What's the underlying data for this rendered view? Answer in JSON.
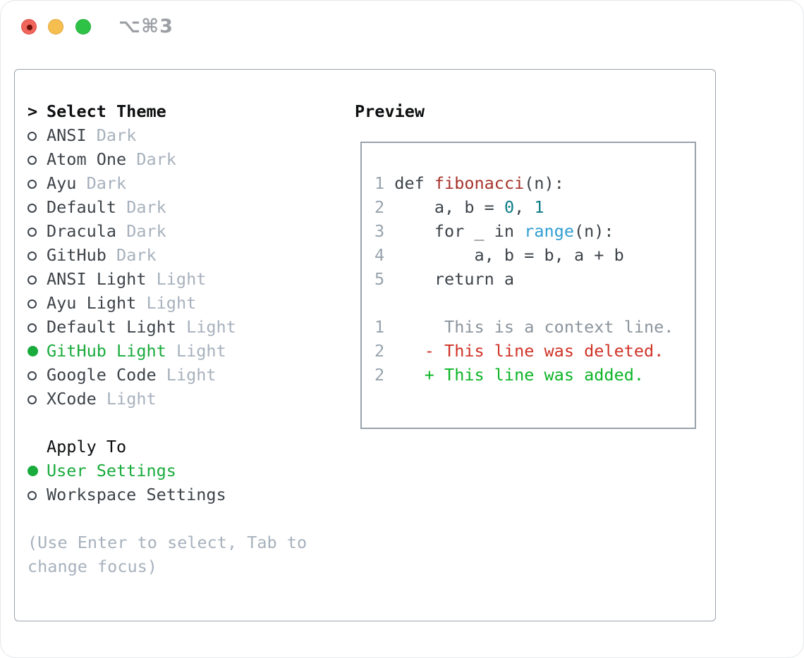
{
  "titlebar": {
    "shortcut": "⌥⌘3"
  },
  "colors": {
    "accent_green": "#19ab3c",
    "added_green": "#0cb426",
    "deleted_red": "#cf3327",
    "function_red": "#a5332a",
    "number_teal": "#0e7c86",
    "builtin_blue": "#2f9ed1",
    "muted_gray": "#a7b1bc",
    "context_gray": "#8b949d",
    "line_number_gray": "#98a3ad",
    "text_dark": "#3d4349",
    "traffic_red": "#f0655b",
    "traffic_yellow": "#f6be4f",
    "traffic_green": "#2ec246"
  },
  "sidebar": {
    "header_prefix": ">",
    "header": "Select Theme",
    "themes": [
      {
        "name": "ANSI",
        "tag": "Dark",
        "selected": false
      },
      {
        "name": "Atom One",
        "tag": "Dark",
        "selected": false
      },
      {
        "name": "Ayu",
        "tag": "Dark",
        "selected": false
      },
      {
        "name": "Default",
        "tag": "Dark",
        "selected": false
      },
      {
        "name": "Dracula",
        "tag": "Dark",
        "selected": false
      },
      {
        "name": "GitHub",
        "tag": "Dark",
        "selected": false
      },
      {
        "name": "ANSI Light",
        "tag": "Light",
        "selected": false
      },
      {
        "name": "Ayu Light",
        "tag": "Light",
        "selected": false
      },
      {
        "name": "Default Light",
        "tag": "Light",
        "selected": false
      },
      {
        "name": "GitHub Light",
        "tag": "Light",
        "selected": true
      },
      {
        "name": "Google Code",
        "tag": "Light",
        "selected": false
      },
      {
        "name": "XCode",
        "tag": "Light",
        "selected": false
      }
    ],
    "apply_to": {
      "header": "Apply To",
      "options": [
        {
          "label": "User Settings",
          "selected": true
        },
        {
          "label": "Workspace Settings",
          "selected": false
        }
      ]
    },
    "hint_line1": "(Use Enter to select, Tab to",
    "hint_line2": "change focus)"
  },
  "preview": {
    "header": "Preview",
    "code": {
      "l1": {
        "num": "1",
        "a": " def ",
        "fn": "fibonacci",
        "b": "(n):"
      },
      "l2": {
        "num": "2",
        "a": "     a, b = ",
        "n1": "0",
        "b": ", ",
        "n2": "1"
      },
      "l3": {
        "num": "3",
        "a": "     for _ in ",
        "call": "range",
        "b": "(n):"
      },
      "l4": {
        "num": "4",
        "a": "         a, b = b, a + b"
      },
      "l5": {
        "num": "5",
        "a": "     return a"
      },
      "d1": {
        "num": "1",
        "ctx": "      This is a context line."
      },
      "d2": {
        "num": "2",
        "del": "    - This line was deleted."
      },
      "d3": {
        "num": "2",
        "add": "    + This line was added."
      }
    }
  }
}
